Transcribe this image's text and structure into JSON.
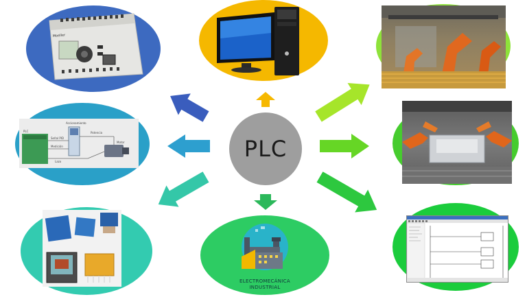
{
  "diagram": {
    "center_label": "PLC",
    "caption_electromech_line1": "ELECTROMECÁNICA",
    "caption_electromech_line2": "INDUSTRIAL",
    "vfd_labels": {
      "plc": "PLC",
      "accionamiento": "Accionamiento",
      "senal_pid": "Señal PID",
      "potencia": "Potencia",
      "medicion": "Medición",
      "motor": "Motor",
      "lazo": "Lazo"
    },
    "plc_brand": "Moeller"
  },
  "colors": {
    "center": "#9e9e9e",
    "ellipse_controller": "#3d6ac0",
    "ellipse_computer": "#f5b800",
    "ellipse_robots1": "#8ee23a",
    "ellipse_vfd": "#2aa0c8",
    "ellipse_robots2": "#46cc2e",
    "ellipse_relays": "#33cbb0",
    "ellipse_electromech": "#2dcc63",
    "ellipse_software": "#1bcc3c",
    "arrow_controller": "#3a5dbd",
    "arrow_computer": "#f6b800",
    "arrow_robots1": "#a6e52a",
    "arrow_vfd": "#2d9fcf",
    "arrow_robots2": "#66d625",
    "arrow_relays": "#34c7a8",
    "arrow_electromech": "#2bb85a",
    "arrow_software": "#2dc83f"
  }
}
